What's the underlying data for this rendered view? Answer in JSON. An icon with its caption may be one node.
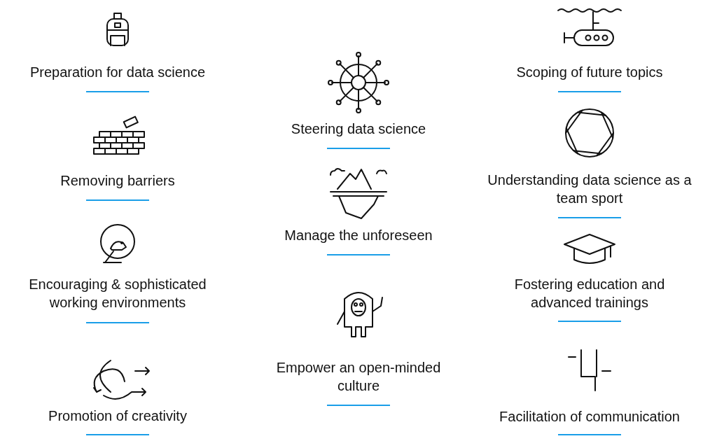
{
  "diagram": {
    "labels": [
      "Preparation for data science",
      "Removing barriers",
      "Encouraging & sophisticated working environments",
      "Promotion of creativity",
      "Steering data science",
      "Manage the unforeseen",
      "Empower an open-minded culture",
      "Scoping of future topics",
      "Understanding data science as a team sport",
      "Fostering education and advanced trainings",
      "Facilitation of communication"
    ]
  }
}
